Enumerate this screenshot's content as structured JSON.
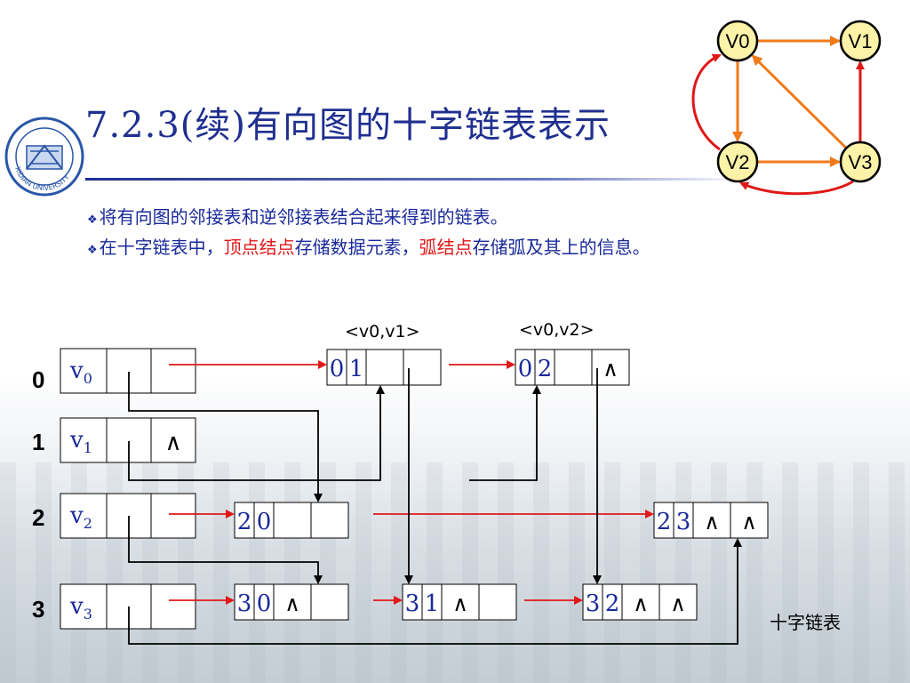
{
  "slide": {
    "title": "7.2.3(续)有向图的十字链表表示",
    "bullets": [
      {
        "parts": [
          {
            "text": "将有向图的邻接表和逆邻接表结合起来得到的链表。",
            "red": false
          }
        ]
      },
      {
        "parts": [
          {
            "text": "在十字链表中，",
            "red": false
          },
          {
            "text": "顶点结点",
            "red": true
          },
          {
            "text": "存储数据元素，",
            "red": false
          },
          {
            "text": "弧结点",
            "red": true
          },
          {
            "text": "存储弧及其上的信息。",
            "red": false
          }
        ]
      }
    ],
    "footer": "十字链表",
    "logo_text": "XIDIAN UNIVERSITY"
  },
  "graph": {
    "vertices": [
      "V0",
      "V1",
      "V2",
      "V3"
    ],
    "arcs": [
      [
        "V0",
        "V1"
      ],
      [
        "V0",
        "V2"
      ],
      [
        "V2",
        "V3"
      ],
      [
        "V3",
        "V0"
      ],
      [
        "V3",
        "V1"
      ],
      [
        "V3",
        "V2"
      ]
    ],
    "colors": {
      "vertex_fill": "#fdf3a8",
      "arc": "#f07a1a",
      "in_arc": "#e01818"
    }
  },
  "structure": {
    "indices": [
      "0",
      "1",
      "2",
      "3"
    ],
    "vertex_labels": [
      [
        "v",
        "0"
      ],
      [
        "v",
        "1"
      ],
      [
        "v",
        "2"
      ],
      [
        "v",
        "3"
      ]
    ],
    "null_symbol": "∧",
    "arc_captions": [
      "<v0,v1>",
      "<v0,v2>"
    ],
    "arc_nodes": [
      {
        "tail": "0",
        "head": "1",
        "hlink_null": false,
        "tlink_null": false
      },
      {
        "tail": "0",
        "head": "2",
        "hlink_null": false,
        "tlink_null": true
      },
      {
        "tail": "2",
        "head": "0",
        "hlink_null": false,
        "tlink_null": false
      },
      {
        "tail": "2",
        "head": "3",
        "hlink_null": true,
        "tlink_null": true
      },
      {
        "tail": "3",
        "head": "0",
        "hlink_null": true,
        "tlink_null": false
      },
      {
        "tail": "3",
        "head": "1",
        "hlink_null": true,
        "tlink_null": false
      },
      {
        "tail": "3",
        "head": "2",
        "hlink_null": true,
        "tlink_null": true
      }
    ],
    "vertex_nulls": [
      false,
      true,
      false,
      false
    ]
  }
}
